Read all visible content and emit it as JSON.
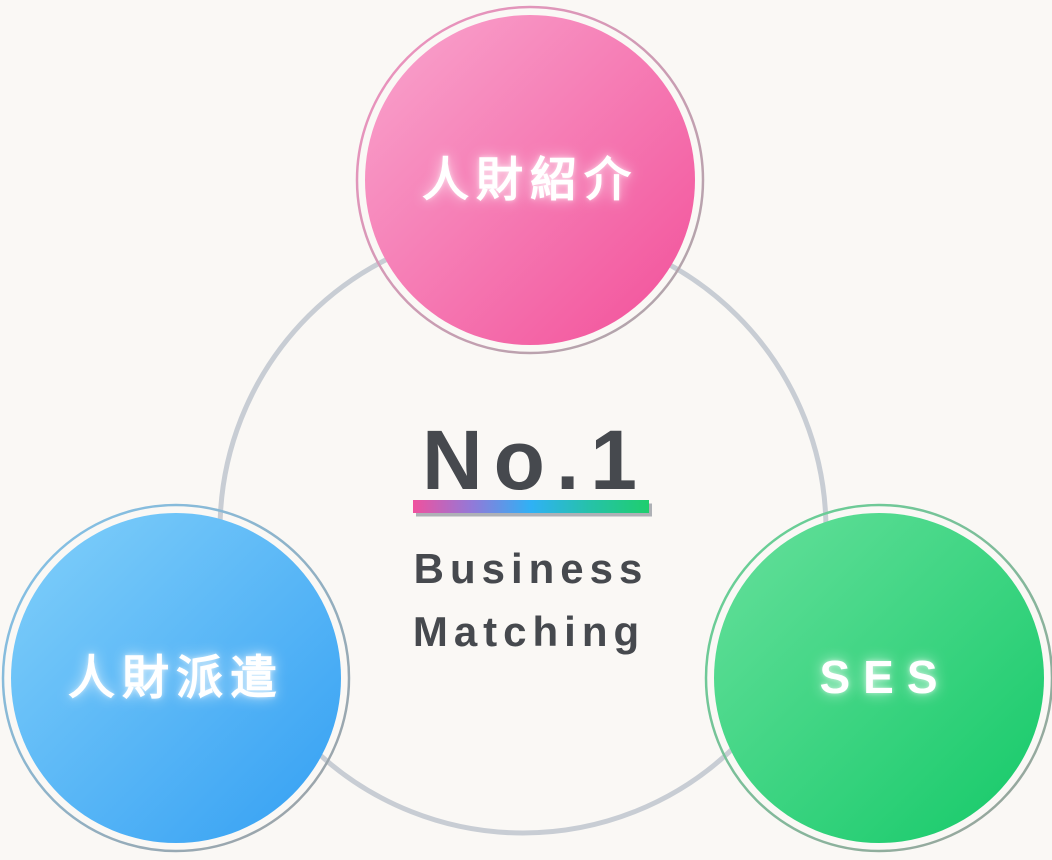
{
  "background_color": "#FAF8F5",
  "connector_ring": {
    "color": "#C8CDD4"
  },
  "center": {
    "title": "No.1",
    "subtitle_line1": "Business",
    "subtitle_line2": "Matching",
    "text_color": "#46494E",
    "bar_gradient": [
      "#F0519E",
      "#9279D8",
      "#2FB1F5",
      "#26C2A8",
      "#1ECE6E"
    ],
    "bar_shadow_color": "#A0A4AA"
  },
  "nodes": [
    {
      "id": "jinzai-shokai",
      "label": "人財紹介",
      "gradient_light": "#F9A6CE",
      "gradient_dark": "#F24F99",
      "ring_light": "#F48FC0",
      "ring_dark": "#A8A8A8"
    },
    {
      "id": "jinzai-haken",
      "label": "人財派遣",
      "gradient_light": "#82D0FA",
      "gradient_dark": "#339FF3",
      "ring_light": "#7FC4EE",
      "ring_dark": "#A0A0A0"
    },
    {
      "id": "ses",
      "label": "SES",
      "gradient_light": "#67E09C",
      "gradient_dark": "#14C968",
      "ring_light": "#5FD694",
      "ring_dark": "#A0A0A0"
    }
  ]
}
